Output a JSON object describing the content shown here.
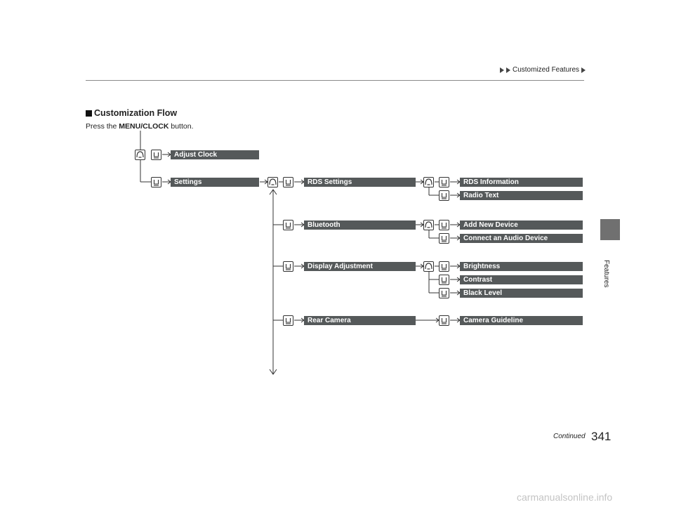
{
  "header": {
    "breadcrumb": "Customized Features"
  },
  "side_tab": {
    "label": "Features"
  },
  "section": {
    "heading": "Customization Flow",
    "instruction_prefix": "Press the",
    "instruction_button": "MENU/CLOCK",
    "instruction_suffix": "button."
  },
  "flow": {
    "adjust_clock": "Adjust Clock",
    "settings": "Settings",
    "rds_settings": "RDS Settings",
    "rds_information": "RDS Information",
    "radio_text": "Radio Text",
    "bluetooth": "Bluetooth",
    "add_new_device": "Add New Device",
    "connect_audio_device": "Connect an Audio Device",
    "display_adjustment": "Display Adjustment",
    "brightness": "Brightness",
    "contrast": "Contrast",
    "black_level": "Black Level",
    "rear_camera": "Rear Camera",
    "camera_guideline": "Camera Guideline"
  },
  "icons": {
    "rotate": "rotate-knob-icon",
    "press": "press-knob-icon"
  },
  "footer": {
    "continued": "Continued",
    "page_number": "341"
  },
  "watermark": "carmanualsonline.info",
  "colors": {
    "bar": "#55595a",
    "tab": "#707070"
  }
}
